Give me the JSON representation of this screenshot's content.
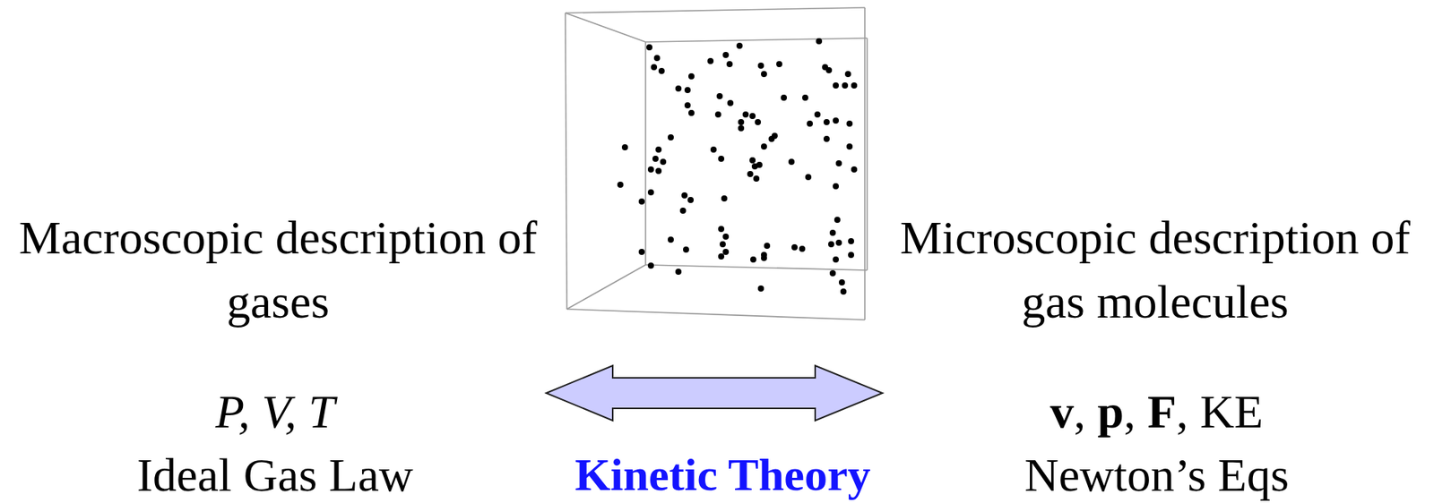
{
  "diagram": {
    "labels": [
      "Macroscopic description of gases",
      "P, V, T",
      "Ideal Gas Law",
      "Kinetic Theory",
      "Microscopic description of gas molecules",
      "v, p, F, KE",
      "Newton’s Eqs"
    ]
  }
}
